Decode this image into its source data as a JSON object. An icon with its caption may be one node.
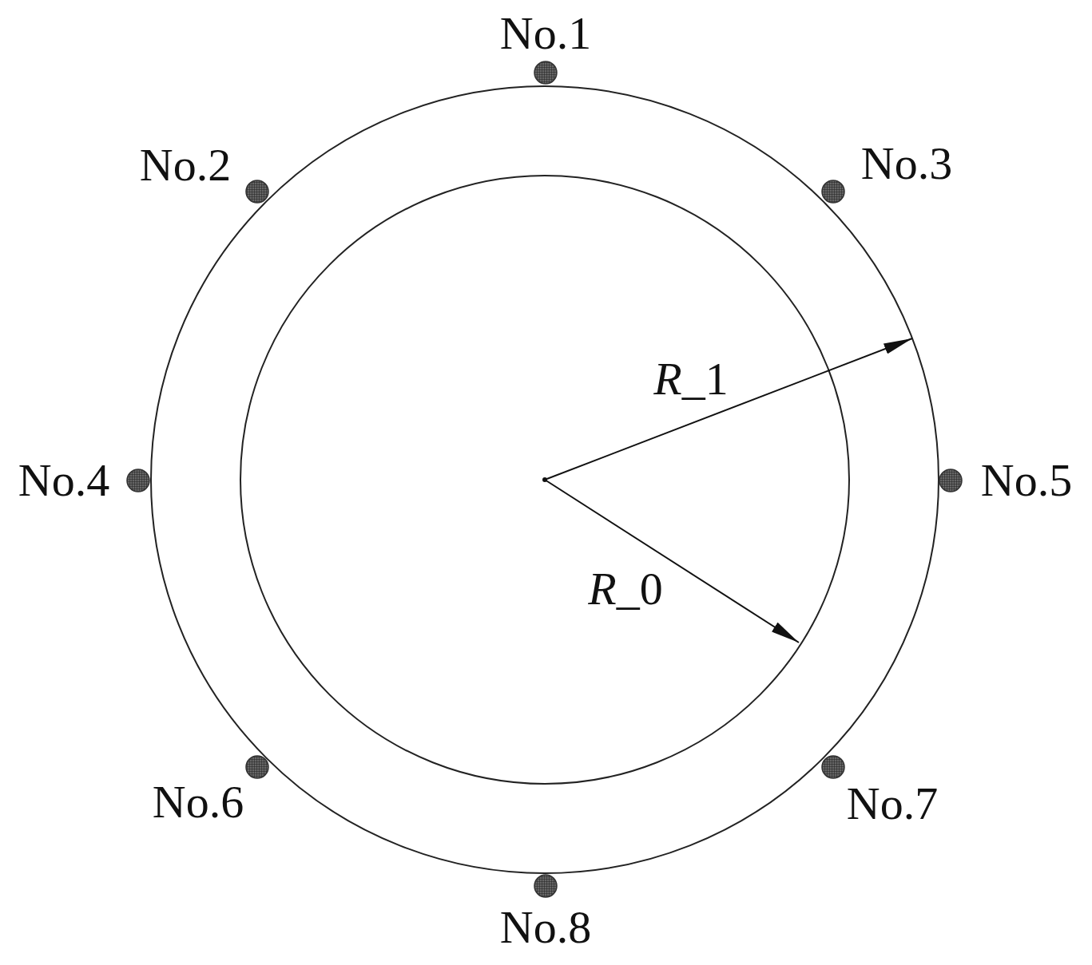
{
  "diagram": {
    "labels": [
      "No.1",
      "No.2",
      "No.3",
      "R_1",
      "No.4",
      "No.5",
      "R_0",
      "No.6",
      "No.7",
      "No.8"
    ]
  }
}
